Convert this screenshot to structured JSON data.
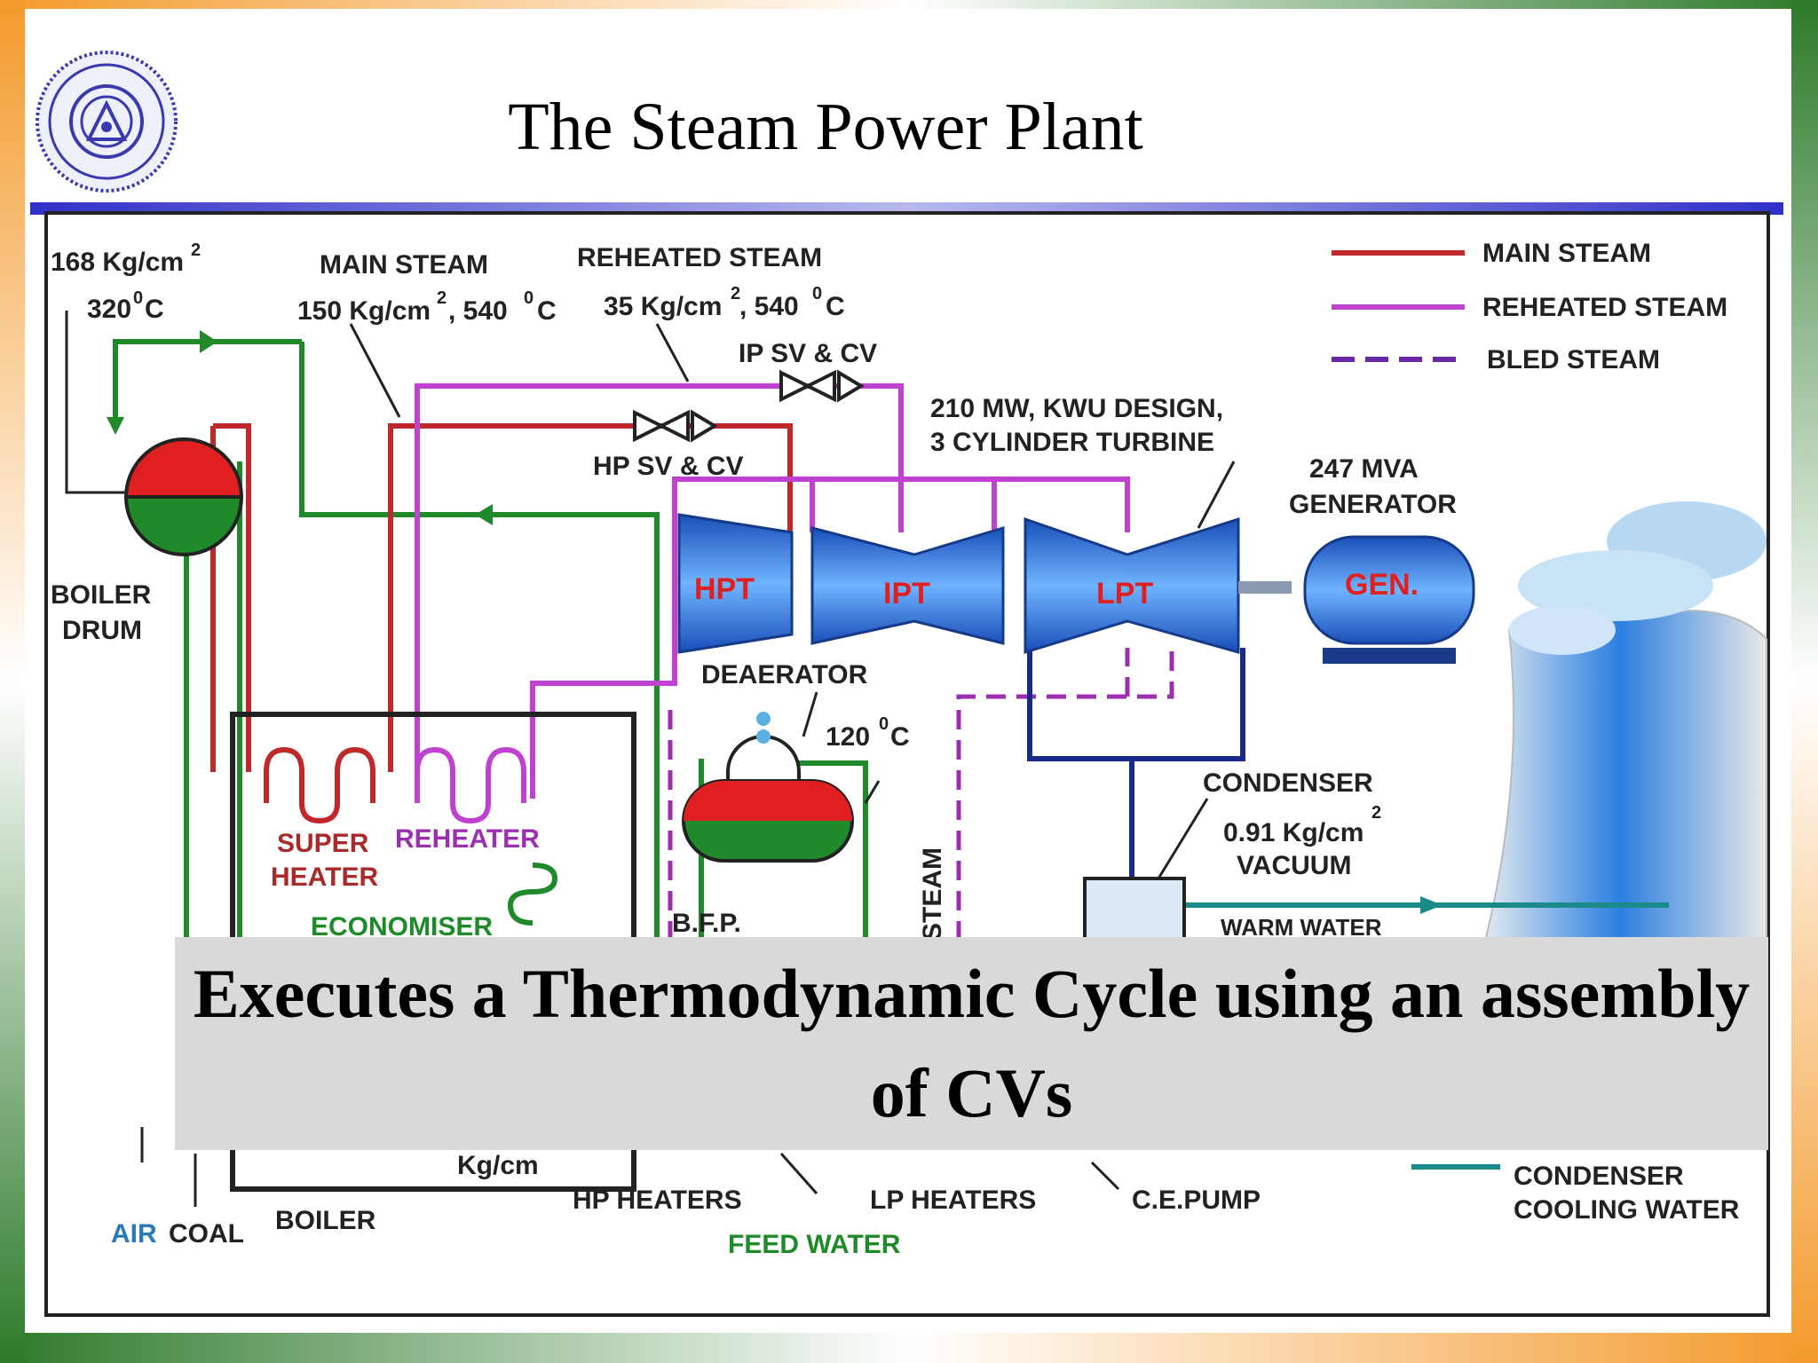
{
  "slide": {
    "title": "The Steam Power Plant",
    "caption": "Executes a Thermodynamic Cycle using an assembly of CVs"
  },
  "colors": {
    "main_steam": "#c0282c",
    "reheated_steam": "#c040d0",
    "bled_steam": "#6a2aa8",
    "feed_water": "#1e8a2a",
    "cooling_water": "#1a8a8a",
    "turbine": "#2a6fd0",
    "title_bar": "#3a3ac8",
    "caption_bg": "#d9d9d9"
  },
  "diagram": {
    "drum_pressure": "168 Kg/cm",
    "drum_pressure_sup": "2",
    "drum_temp": "320",
    "drum_temp_unit": "C",
    "deg": "0",
    "main_steam_label": "MAIN STEAM",
    "main_steam_params": "150 Kg/cm",
    "main_steam_params2": ", 540",
    "reheated_label": "REHEATED STEAM",
    "reheated_params": "35 Kg/cm",
    "reheated_params2": ", 540",
    "ip_valve": "IP SV & CV",
    "hp_valve": "HP SV & CV",
    "turbine_desc1": "210 MW, KWU DESIGN,",
    "turbine_desc2": "3 CYLINDER TURBINE",
    "gen_desc1": "247 MVA",
    "gen_desc2": "GENERATOR",
    "hpt": "HPT",
    "ipt": "IPT",
    "lpt": "LPT",
    "gen": "GEN.",
    "boiler_drum1": "BOILER",
    "boiler_drum2": "DRUM",
    "deaerator": "DEAERATOR",
    "deaerator_temp": "120",
    "super_heater1": "SUPER",
    "super_heater2": "HEATER",
    "reheater": "REHEATER",
    "economiser": "ECONOMISER",
    "bfp": "B.F.P.",
    "steam_partial": "STEAM",
    "condenser": "CONDENSER",
    "condenser_pressure": "0.91 Kg/cm",
    "vacuum": "VACUUM",
    "warm_water": "WARM WATER",
    "kgcm": "Kg/cm",
    "hp_heaters": "HP HEATERS",
    "lp_heaters": "LP HEATERS",
    "ce_pump": "C.E.PUMP",
    "feed_water": "FEED WATER",
    "air": "AIR",
    "coal": "COAL",
    "boiler": "BOILER",
    "cooling_water1": "CONDENSER",
    "cooling_water2": "COOLING WATER"
  },
  "legend": [
    {
      "label": "MAIN STEAM",
      "color": "#c0282c",
      "style": "solid"
    },
    {
      "label": "REHEATED STEAM",
      "color": "#c040d0",
      "style": "solid"
    },
    {
      "label": "BLED STEAM",
      "color": "#6a2aa8",
      "style": "dashed"
    }
  ]
}
